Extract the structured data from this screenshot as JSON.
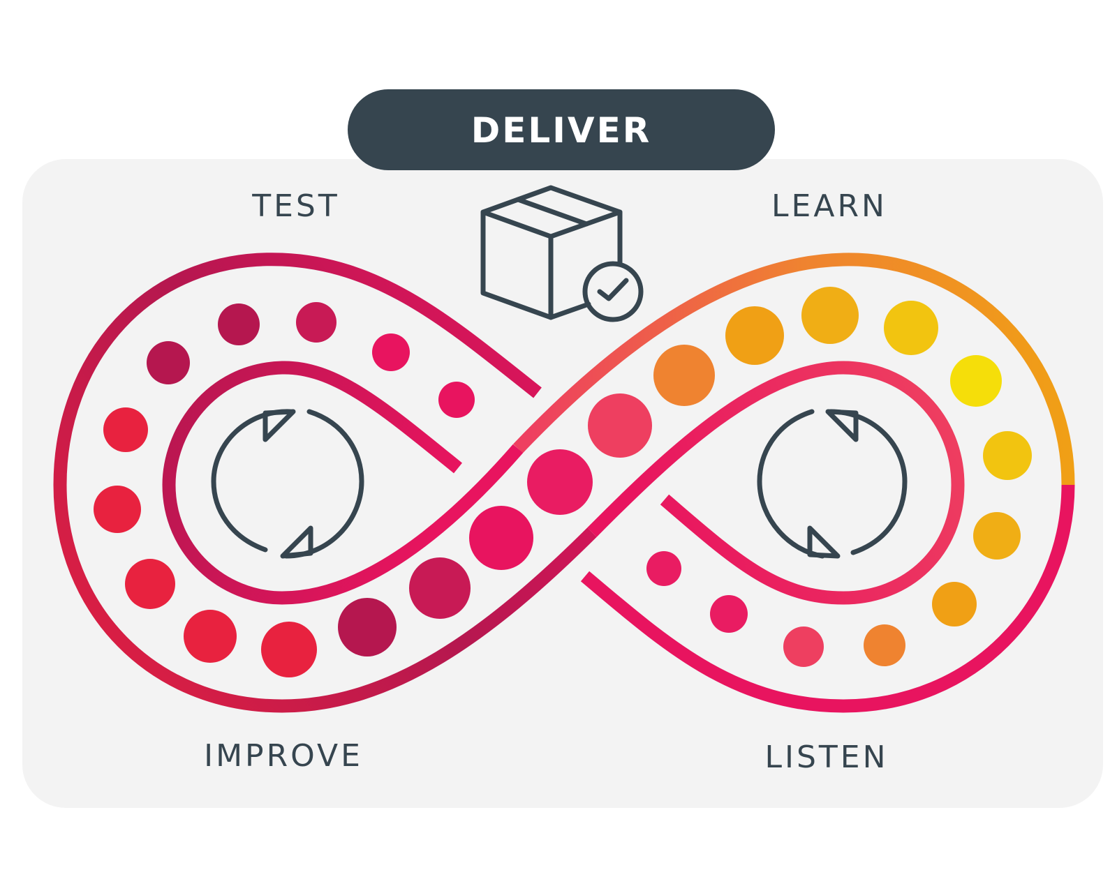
{
  "title": "DELIVER",
  "stages": {
    "test": "TEST",
    "learn": "LEARN",
    "improve": "IMPROVE",
    "listen": "LISTEN"
  },
  "icons": {
    "deliver": "package-check-icon",
    "left_cycle": "refresh-cycle-icon",
    "right_cycle": "refresh-cycle-icon"
  },
  "colors": {
    "panel": "#f3f3f3",
    "title_pill": "#36454f",
    "ink": "#36454f",
    "text_on_dark": "#ffffff",
    "crimson": "#b5174f",
    "red": "#e8223f",
    "magenta": "#e8145f",
    "pink": "#ee3f60",
    "orange": "#ef8330",
    "amber": "#f0a015",
    "yellow": "#f5de0a"
  }
}
